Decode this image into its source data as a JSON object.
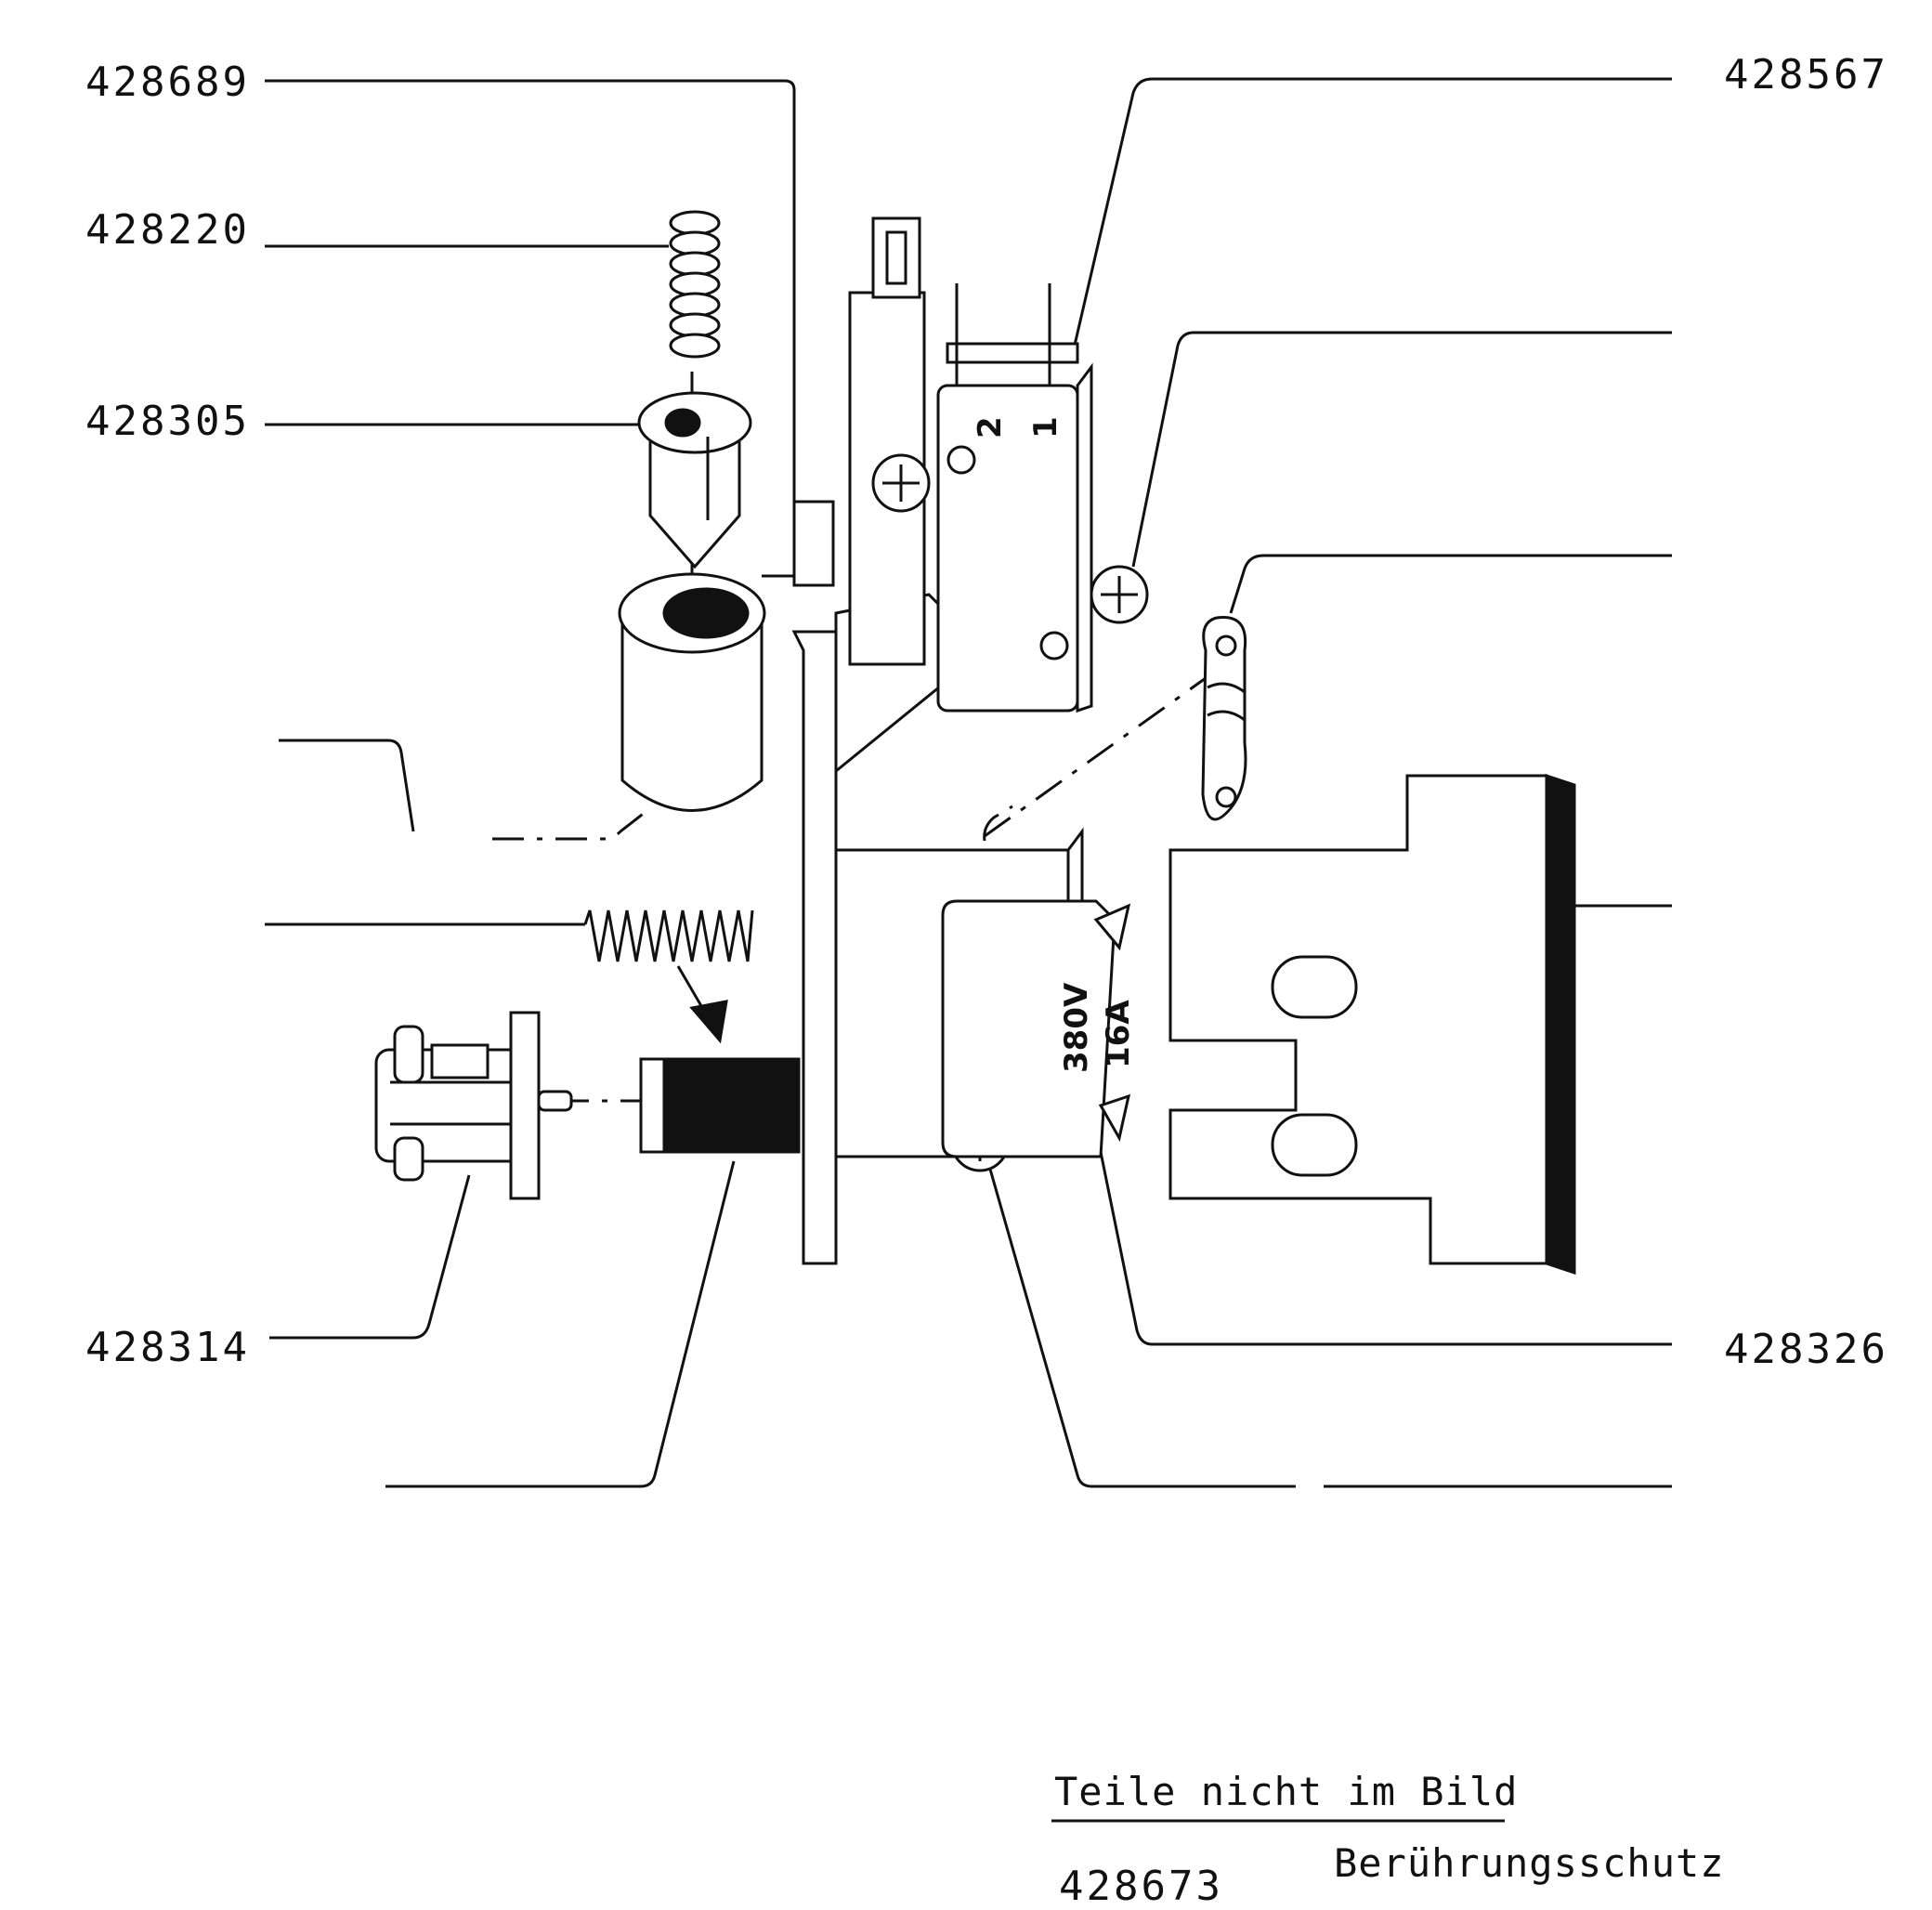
{
  "diagram": {
    "part_numbers": {
      "top_left_1": "428689",
      "top_left_2": "428220",
      "top_left_3": "428305",
      "bottom_left": "428314",
      "top_right": "428567",
      "bottom_right": "428326"
    },
    "switch_markings": {
      "contact_2": "2",
      "contact_1": "1",
      "voltage": "380V",
      "current": "16A"
    }
  },
  "note": {
    "heading": "Teile nicht im Bild",
    "items": [
      {
        "number": "428673",
        "description": "Berührungsschutz"
      }
    ]
  }
}
